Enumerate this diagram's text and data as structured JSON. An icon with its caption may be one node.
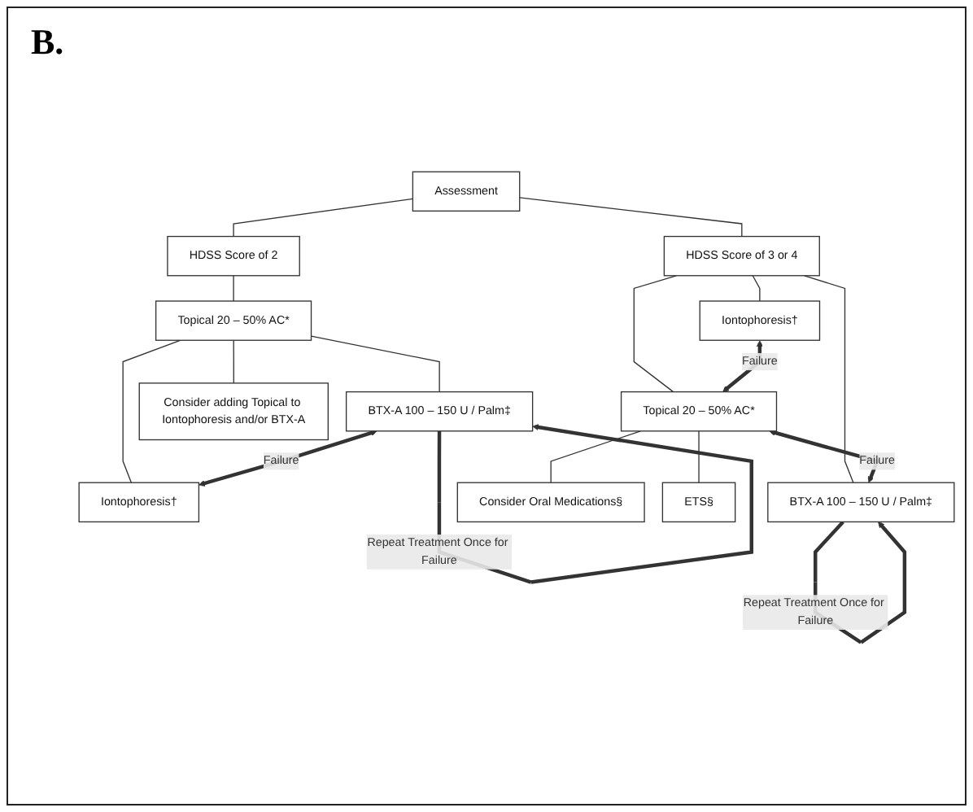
{
  "diagram": {
    "nodes": [
      {
        "text": [
          "Assessment"
        ]
      },
      {
        "text": [
          "HDSS Score of 2"
        ]
      },
      {
        "text": [
          "HDSS Score of 3 or 4"
        ]
      },
      {
        "text": [
          "Topical 20 – 50% AC*"
        ]
      },
      {
        "text": [
          "BTX-A 100 – 150 U / Palm‡"
        ]
      },
      {
        "text": [
          "Iontophoresis†"
        ]
      },
      {
        "text": [
          "Consider adding Topical to Iontophoresis and/or BTX-A"
        ]
      },
      {
        "text": [
          "Iontophoresis†"
        ]
      },
      {
        "text": [
          "Topical 20 – 50% AC*"
        ]
      },
      {
        "text": [
          "BTX-A 100 – 150 U / Palm‡"
        ]
      },
      {
        "text": [
          "Consider Oral Medications§"
        ]
      },
      {
        "text": [
          "ETS§"
        ]
      }
    ],
    "edges": [
      {
        "from": 0,
        "to": 1,
        "arrow": "none"
      },
      {
        "from": 0,
        "to": 2,
        "arrow": "none"
      },
      {
        "from": 1,
        "to": 3,
        "arrow": "none"
      },
      {
        "from": 3,
        "to": 4,
        "arrow": "none"
      },
      {
        "from": 3,
        "to": 5,
        "arrow": "none"
      },
      {
        "from": 4,
        "to": 5,
        "arrow": "both",
        "label": "Failure",
        "style": "thick"
      },
      {
        "from": 4,
        "to": 4,
        "arrow": "to",
        "label": "Repeat Treatment Once for Failure",
        "style": "thick"
      },
      {
        "from": 3,
        "to": 6,
        "arrow": "none"
      },
      {
        "from": 2,
        "to": 7,
        "arrow": "none"
      },
      {
        "from": 2,
        "to": 8,
        "arrow": "none"
      },
      {
        "from": 2,
        "to": 9,
        "arrow": "none"
      },
      {
        "from": 7,
        "to": 8,
        "arrow": "both",
        "label": "Failure",
        "style": "thick"
      },
      {
        "from": 8,
        "to": 9,
        "arrow": "both",
        "label": "Failure",
        "style": "thick"
      },
      {
        "from": 9,
        "to": 9,
        "arrow": "to",
        "label": "Repeat Treatment Once for Failure",
        "style": "thick"
      },
      {
        "from": 8,
        "to": 10,
        "arrow": "none"
      },
      {
        "from": 8,
        "to": 11,
        "arrow": "none"
      }
    ],
    "labels": [
      "B."
    ]
  }
}
